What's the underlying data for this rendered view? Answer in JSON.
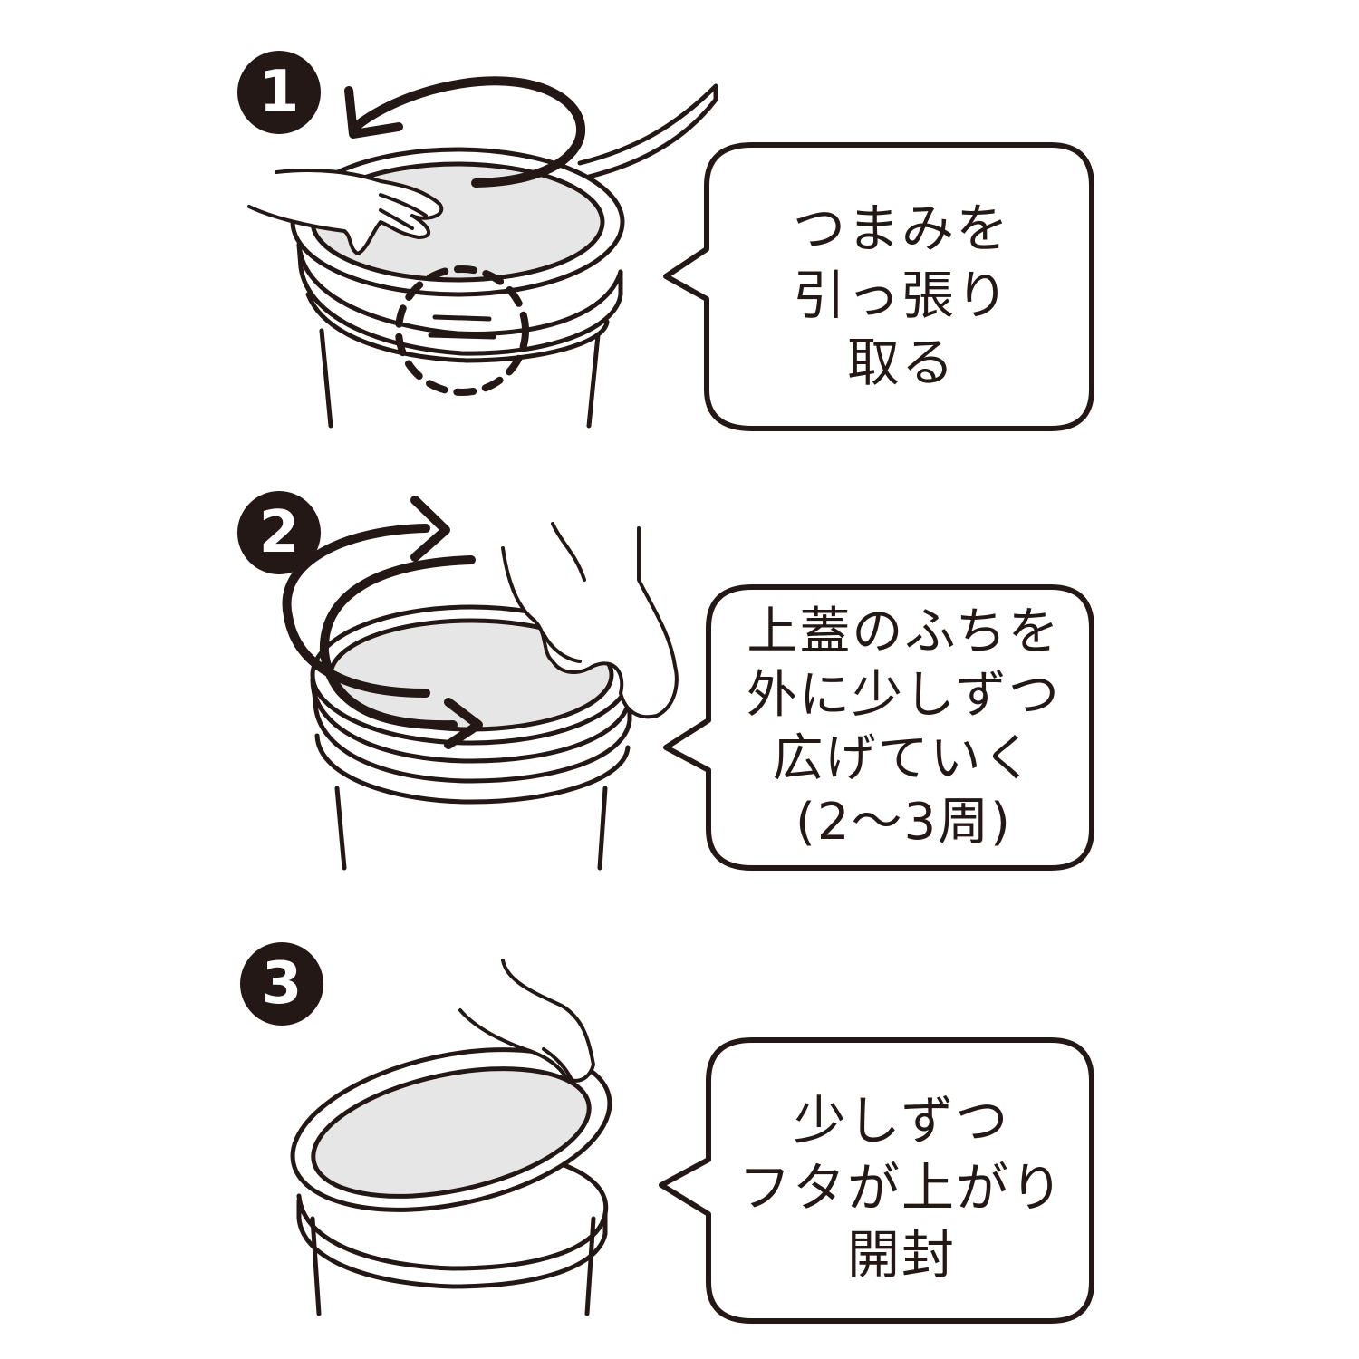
{
  "colors": {
    "ink": "#231815",
    "lid_fill": "#e6e6e6",
    "background": "#ffffff"
  },
  "steps": [
    {
      "number": "1",
      "lines": [
        "つまみを",
        "引っ張り",
        "取る"
      ]
    },
    {
      "number": "2",
      "lines": [
        "上蓋のふちを",
        "外に少しずつ",
        "広げていく",
        "(2〜3周)"
      ]
    },
    {
      "number": "3",
      "lines": [
        "少しずつ",
        "フタが上がり",
        "開封"
      ]
    }
  ]
}
